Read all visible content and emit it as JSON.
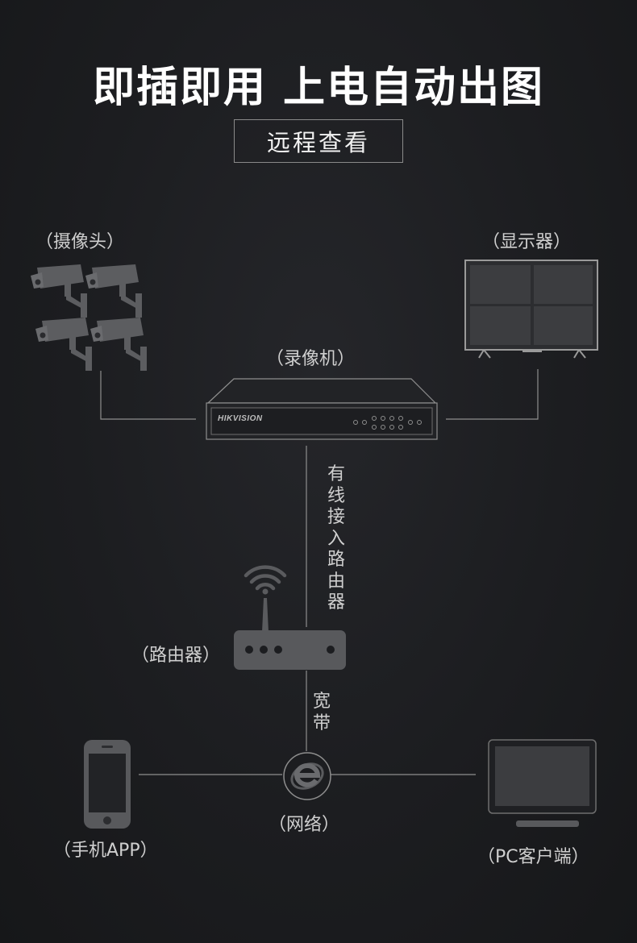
{
  "header": {
    "title": "即插即用 上电自动出图",
    "subtitle": "远程查看"
  },
  "nodes": {
    "camera": "（摄像头）",
    "monitor": "（显示器）",
    "nvr": "（录像机）",
    "nvr_brand": "HIKVISION",
    "router": "（路由器）",
    "network": "（网络）",
    "phone": "（手机APP）",
    "pc": "（PC客户端）"
  },
  "links": {
    "wired_router": "有线接入路由器",
    "broadband": "宽带"
  },
  "colors": {
    "background": "#1c1d20",
    "device_gray": "#58595c",
    "line": "#8e8e8e",
    "text": "#cfcfcf",
    "title": "#ffffff"
  }
}
